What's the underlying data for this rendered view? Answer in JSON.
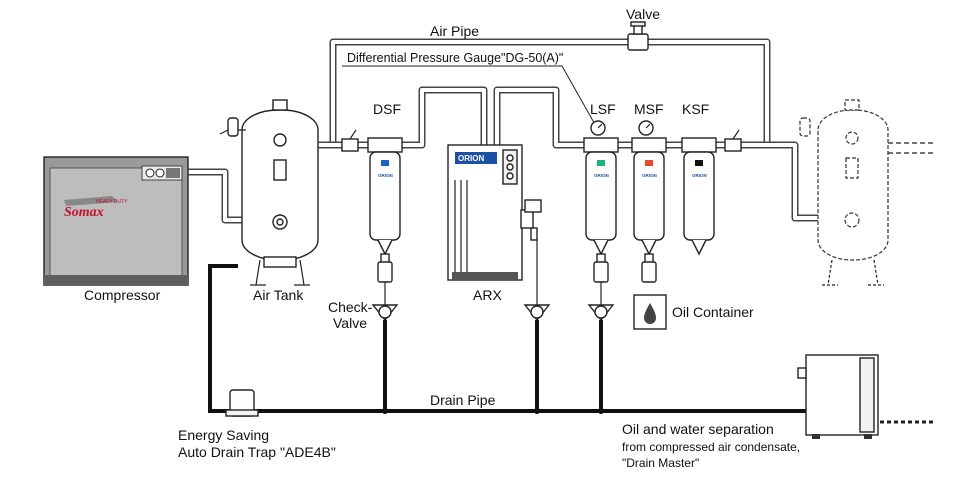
{
  "labels": {
    "air_pipe": "Air Pipe",
    "valve": "Valve",
    "dp_gauge": "Differential Pressure Gauge\"DG-50(A)\"",
    "dsf": "DSF",
    "lsf": "LSF",
    "msf": "MSF",
    "ksf": "KSF",
    "compressor": "Compressor",
    "air_tank": "Air Tank",
    "check_valve_1": "Check-",
    "check_valve_2": "Valve",
    "arx": "ARX",
    "oil_container": "Oil Container",
    "drain_pipe": "Drain Pipe",
    "trap_1": "Energy Saving",
    "trap_2": "Auto Drain Trap \"ADE4B\"",
    "drain_master_1": "Oil and water separation",
    "drain_master_2": "from compressed air condensate,",
    "drain_master_3": "\"Drain Master\""
  },
  "brand": {
    "orion": "ORION",
    "compressor_logo": "Somax",
    "compressor_tag": "HEAVY DUTY"
  },
  "filter_colors": {
    "dsf": "#1a5fd6",
    "lsf": "#19b37a",
    "msf": "#e8492a",
    "ksf": "#111111"
  },
  "colors": {
    "compressor_body": "#9a9a9a",
    "orion_blue": "#1b4fa8",
    "logo_red": "#c8102e"
  }
}
